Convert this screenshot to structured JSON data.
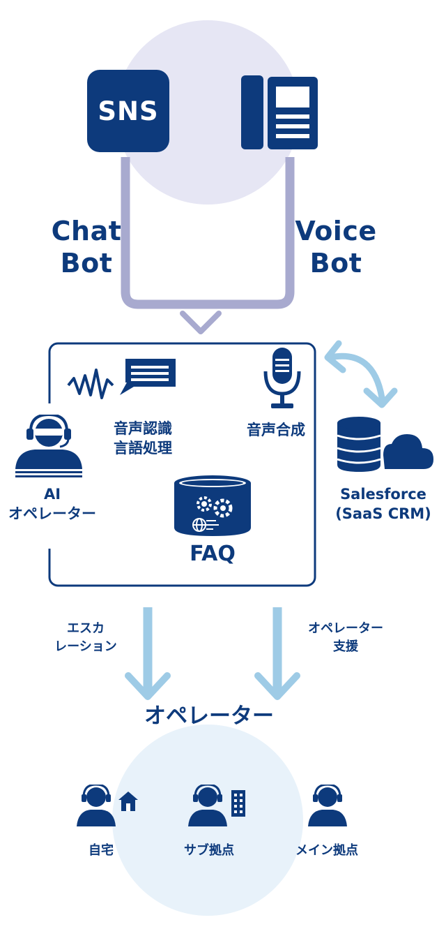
{
  "top": {
    "sns_label": "SNS",
    "chat_bot": [
      "Chat",
      "Bot"
    ],
    "voice_bot": [
      "Voice",
      "Bot"
    ]
  },
  "center": {
    "speech_recognition": [
      "音声認識",
      "言語処理"
    ],
    "speech_synthesis": "音声合成",
    "ai_operator": [
      "AI",
      "オペレーター"
    ],
    "faq": "FAQ"
  },
  "crm": [
    "Salesforce",
    "(SaaS CRM)"
  ],
  "flows": {
    "escalation": [
      "エスカ",
      "レーション"
    ],
    "operator_support": [
      "オペレーター",
      "支援"
    ]
  },
  "operators": {
    "title": "オペレーター",
    "locations": [
      "自宅",
      "サブ拠点",
      "メイン拠点"
    ]
  },
  "colors": {
    "navy": "#0d3a7c",
    "lavender": "#e6e6f4",
    "lavender_line": "#a8aacf",
    "light_blue_arrow": "#9ecbe6",
    "light_blue_circle": "#e8f2fa"
  }
}
